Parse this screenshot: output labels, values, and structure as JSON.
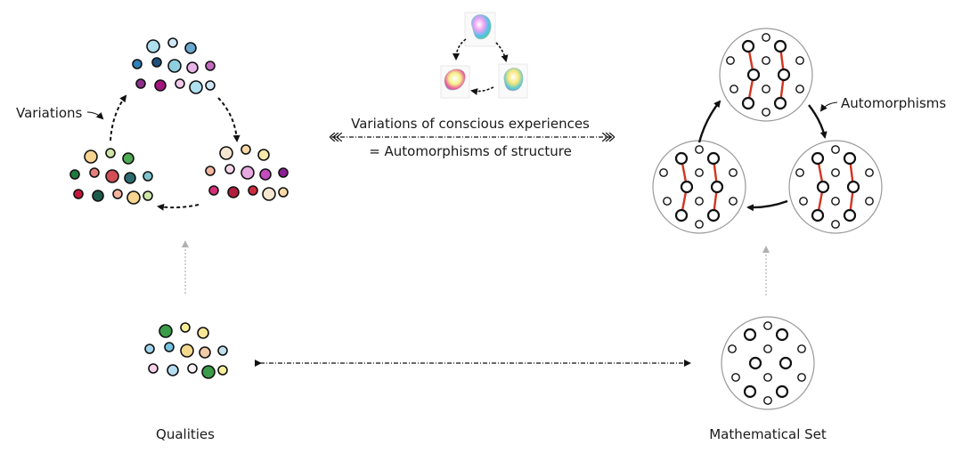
{
  "labels": {
    "variations": "Variations",
    "automorphisms": "Automorphisms",
    "center_line1": "Variations of conscious experiences",
    "center_line2": "= Automorphisms of structure",
    "qualities": "Qualities",
    "mathematical_set": "Mathematical Set"
  },
  "colors": {
    "outline": "#111111",
    "edge": "#d4341f",
    "faint_arrow": "#b0b0b0",
    "cluster_purple": [
      "#aee0ef",
      "#cfe6f5",
      "#6aa8cd",
      "#2f7fb8",
      "#1f4f7d",
      "#8fd0e0",
      "#e7b4e6",
      "#c46bc0",
      "#8c2f89",
      "#a3157e",
      "#f2c9ec"
    ],
    "cluster_pink": [
      "#f5e6cf",
      "#f9d9a6",
      "#f6e9a9",
      "#f3b7a1",
      "#f4d5e7",
      "#e8a8e0",
      "#c44cbe",
      "#8e1e95",
      "#d62f78",
      "#b21d3d",
      "#cf2b3e"
    ],
    "cluster_green": [
      "#f7d48f",
      "#cde6a6",
      "#4faa55",
      "#1f7a3e",
      "#e47f7c",
      "#d24f55",
      "#2d6b72",
      "#7ec4cf",
      "#c4163c",
      "#1c5c4a",
      "#f4b4a0"
    ],
    "cluster_qualities": [
      "#3a9b4a",
      "#f6ee98",
      "#f9e696",
      "#a0d4ec",
      "#74c3e0",
      "#f3d98c",
      "#f2cba9",
      "#bfe0ec",
      "#f7d3ea",
      "#b7ddf2",
      "#f8f0f8"
    ]
  }
}
